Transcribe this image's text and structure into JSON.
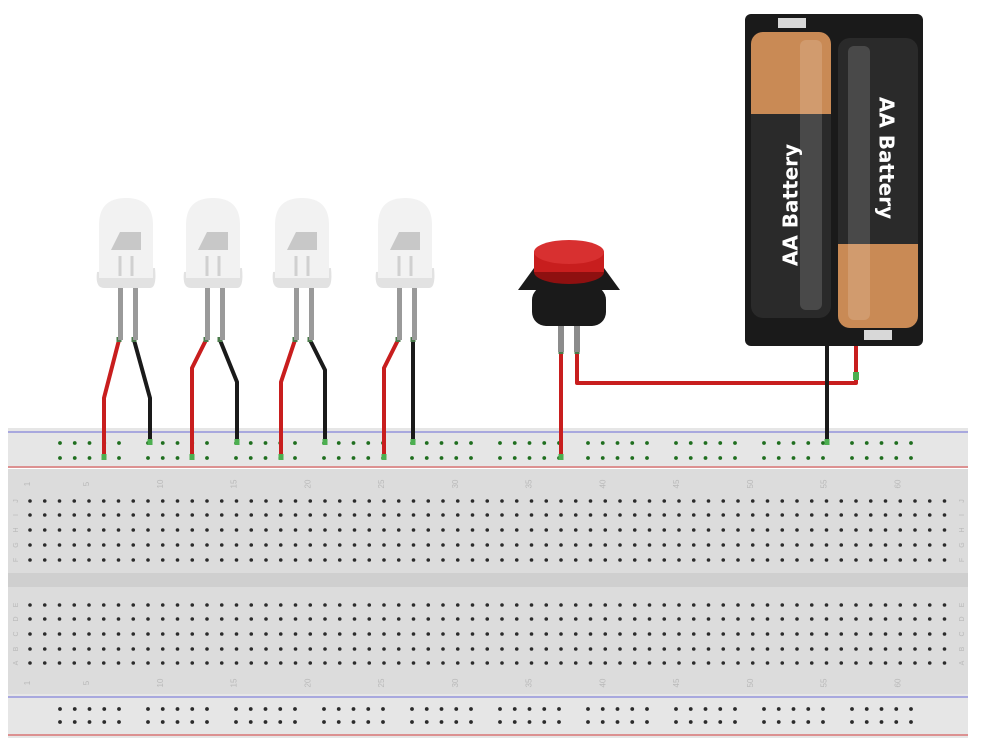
{
  "breadboard": {
    "column_numbers": [
      "1",
      "5",
      "10",
      "15",
      "20",
      "25",
      "30",
      "35",
      "40",
      "45",
      "50",
      "55",
      "60"
    ],
    "row_letters_top": [
      "J",
      "I",
      "H",
      "G",
      "F"
    ],
    "row_letters_bottom": [
      "E",
      "D",
      "C",
      "B",
      "A"
    ],
    "colors": {
      "board": "#dcdcdc",
      "rail_board": "#e6e6e6",
      "red_line": "#d23c3c",
      "blue_line": "#6b6bd6",
      "hole": "#2b2b2b",
      "rail_hole": "#1f6e1f"
    }
  },
  "battery_pack": {
    "cells": [
      {
        "label": "AA Battery"
      },
      {
        "label": "AA Battery"
      }
    ],
    "colors": {
      "case": "#1a1a1a",
      "cell": "#2a2a2a",
      "copper": "#c98a55"
    }
  },
  "leds": {
    "count": 4,
    "color": "#f2f2f2"
  },
  "push_button": {
    "cap_color": "#c81e1e",
    "body_color": "#1a1a1a"
  },
  "wire_colors": {
    "positive": "#c81e1e",
    "negative": "#1a1a1a"
  }
}
